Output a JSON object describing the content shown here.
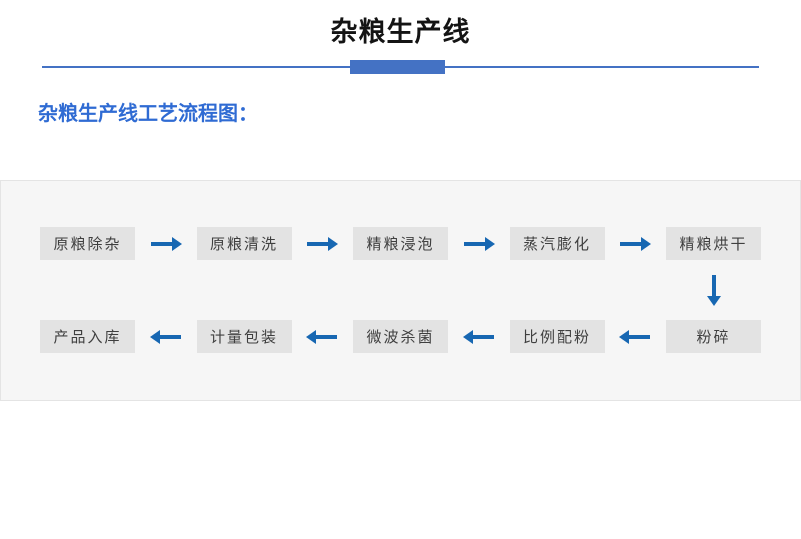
{
  "header": {
    "title": "杂粮生产线",
    "subtitle": "杂粮生产线工艺流程图："
  },
  "colors": {
    "accent_blue": "#4472c4",
    "subtitle_blue": "#2f6bd3",
    "arrow_blue": "#1767b2",
    "box_bg": "#e3e3e3",
    "box_text": "#3f3f3f",
    "panel_bg": "#f6f6f6",
    "panel_border": "#e4e4e4"
  },
  "flowchart": {
    "rows": [
      {
        "arrow_direction": "right",
        "steps": [
          "原粮除杂",
          "原粮清洗",
          "精粮浸泡",
          "蒸汽膨化",
          "精粮烘干"
        ]
      },
      {
        "arrow_direction": "left",
        "steps": [
          "产品入库",
          "计量包装",
          "微波杀菌",
          "比例配粉",
          "粉碎"
        ]
      }
    ],
    "row_connector_direction": "down"
  }
}
